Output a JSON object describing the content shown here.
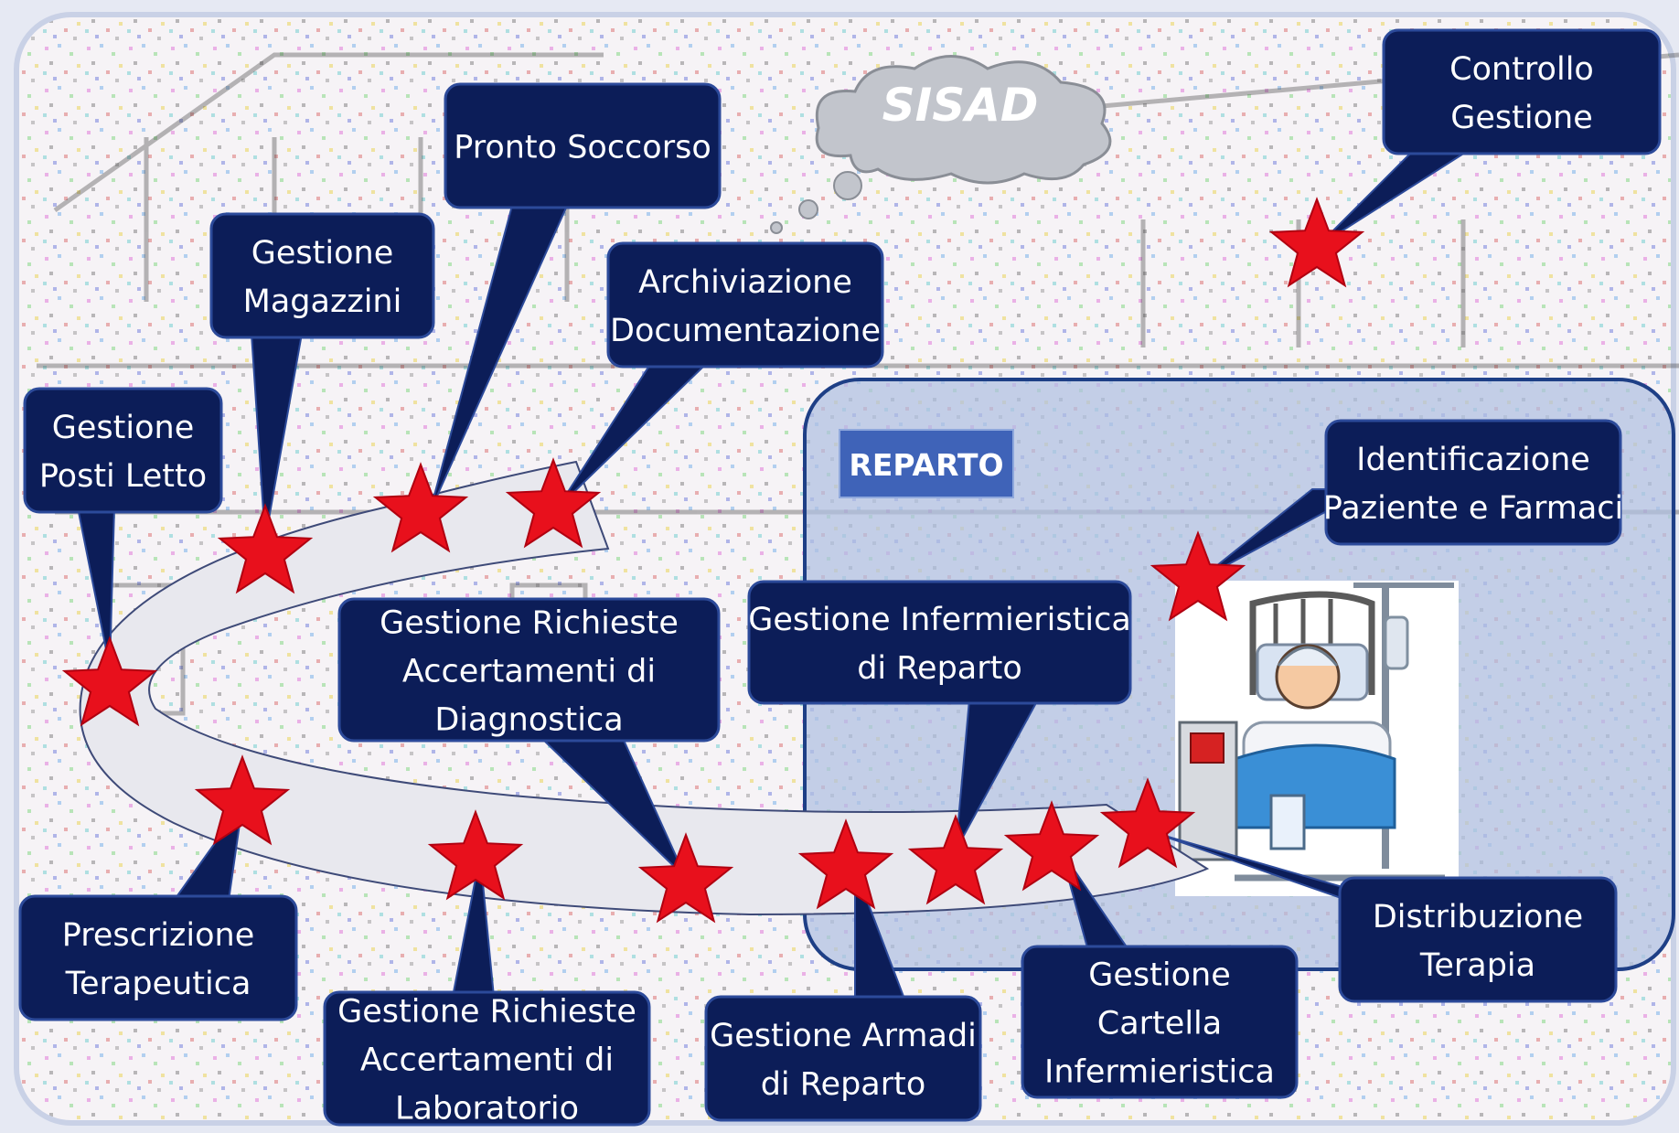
{
  "diagram": {
    "cloud_label": "SISAD",
    "ward_label": "REPARTO",
    "colors": {
      "callout_fill": "#0c1d58",
      "callout_stroke": "#2c4a9a",
      "star": "#e8101c",
      "path_band": "#e8e8ee",
      "ward_panel": "#aebfe0",
      "ward_badge": "#3f63b8",
      "cloud": "#c2c5cc"
    },
    "modules": [
      {
        "id": "controllo",
        "lines": [
          "Controllo",
          "Gestione"
        ]
      },
      {
        "id": "pronto",
        "lines": [
          "Pronto Soccorso"
        ]
      },
      {
        "id": "magazzini",
        "lines": [
          "Gestione",
          "Magazzini"
        ]
      },
      {
        "id": "archiviazione",
        "lines": [
          "Archiviazione",
          "Documentazione"
        ]
      },
      {
        "id": "posti",
        "lines": [
          "Gestione",
          "Posti Letto"
        ]
      },
      {
        "id": "identificazione",
        "lines": [
          "Identificazione",
          "Paziente e Farmaci"
        ]
      },
      {
        "id": "diagnostica",
        "lines": [
          "Gestione Richieste",
          "Accertamenti di",
          "Diagnostica"
        ]
      },
      {
        "id": "infermieristica",
        "lines": [
          "Gestione Infermieristica",
          "di Reparto"
        ]
      },
      {
        "id": "prescrizione",
        "lines": [
          "Prescrizione",
          "Terapeutica"
        ]
      },
      {
        "id": "laboratorio",
        "lines": [
          "Gestione Richieste",
          "Accertamenti di",
          "Laboratorio"
        ]
      },
      {
        "id": "armadi",
        "lines": [
          "Gestione Armadi",
          "di Reparto"
        ]
      },
      {
        "id": "cartella",
        "lines": [
          "Gestione",
          "Cartella",
          "Infermieristica"
        ]
      },
      {
        "id": "distribuzione",
        "lines": [
          "Distribuzione",
          "Terapia"
        ]
      }
    ]
  }
}
